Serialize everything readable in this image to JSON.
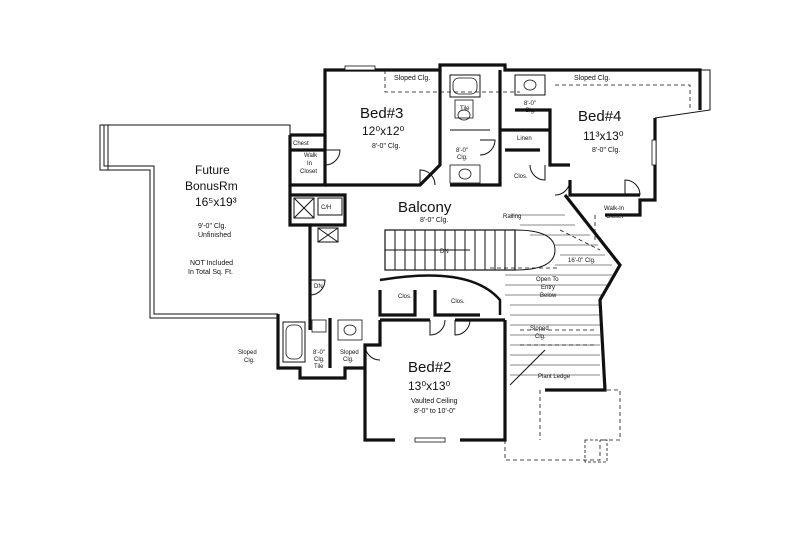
{
  "rooms": {
    "bed3": {
      "name": "Bed#3",
      "dims": "12⁰x12⁰",
      "ceiling": "8'-0\" Clg."
    },
    "bed4": {
      "name": "Bed#4",
      "dims": "11³x13⁰",
      "ceiling": "8'-0\" Clg."
    },
    "bed2": {
      "name": "Bed#2",
      "dims": "13⁰x13⁰",
      "ceiling_line1": "Vaulted Ceiling",
      "ceiling_line2": "8'-0\" to 10'-0\""
    },
    "bonus": {
      "line1": "Future",
      "line2": "BonusRm",
      "dims": "16⁵x19³",
      "ceiling": "9'-0\" Clg.",
      "finish": "Unfinished",
      "note_line1": "NOT Included",
      "note_line2": "In Total Sq. Ft."
    },
    "balcony": {
      "name": "Balcony",
      "ceiling": "8'-0\" Clg."
    }
  },
  "labels": {
    "sloped_clg_bed3": "Sloped Clg.",
    "sloped_clg_bed4": "Sloped Clg.",
    "tile_upper": "Tile",
    "clg_upper_a1": "8'-0\"",
    "clg_upper_a2": "Clg.",
    "clg_upper_b1": "8'-0\"",
    "clg_upper_b2": "Clg.",
    "linen": "Linen",
    "clos_bed4": "Clos.",
    "chest": "Chest",
    "walk_in_closet_bed3_1": "Walk",
    "walk_in_closet_bed3_2": "In",
    "walk_in_closet_bed3_3": "Closet",
    "walk_in_closet_bed4_1": "Walk-In",
    "walk_in_closet_bed4_2": "Closet",
    "ch": "C/H",
    "railing": "Railing",
    "dn": "DN",
    "clg_16": "16'-0\" Clg.",
    "open_to_1": "Open To",
    "open_to_2": "Entry",
    "open_to_3": "Below",
    "clos_left": "Clos.",
    "clos_right": "Clos.",
    "sloped_clg_stair_1": "Sloped",
    "sloped_clg_stair_2": "Clg.",
    "plant_ledge": "Plant Ledge",
    "sloped_clg_bath_left_1": "Sloped",
    "sloped_clg_bath_left_2": "Clg.",
    "bath_lower_1": "8'-0\"",
    "bath_lower_2": "Clg.",
    "bath_lower_3": "Tile",
    "sloped_clg_bath_right_1": "Sloped",
    "sloped_clg_bath_right_2": "Clg.",
    "dn_small": "DN"
  }
}
